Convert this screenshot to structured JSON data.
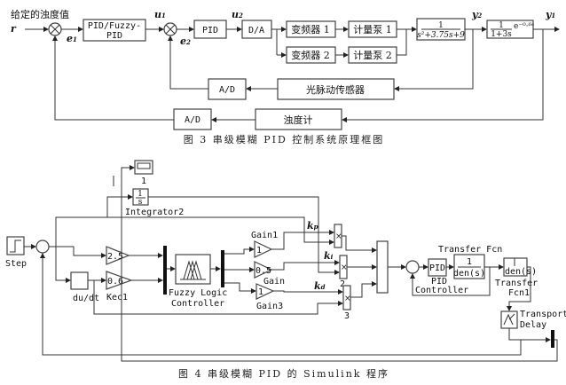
{
  "fig3": {
    "setpoint_label": "给定的浊度值",
    "r": "r",
    "e1": "e",
    "e1_sub": "1",
    "u1": "u",
    "u1_sub": "1",
    "e2": "e",
    "e2_sub": "2",
    "u2": "u",
    "u2_sub": "2",
    "y2": "y",
    "y2_sub": "2",
    "y1": "y",
    "y1_sub": "1",
    "fuzzy_pid_line1": "PID/Fuzzy-",
    "fuzzy_pid_line2": "PID",
    "pid": "PID",
    "da": "D/A",
    "vfd1": "变频器 1",
    "vfd2": "变频器 2",
    "pump1": "计量泵 1",
    "pump2": "计量泵 2",
    "tf1_num": "1",
    "tf1_den": "s²+3.75s+9",
    "tf2_num": "1",
    "tf2_den": "1+3s",
    "tf2_delay": "e⁻⁰·⁶ˢ",
    "optical_sensor": "光脉动传感器",
    "ad_inner": "A/D",
    "turbidimeter": "浊度计",
    "ad_outer": "A/D",
    "caption": "图 3   串级模糊 PID 控制系统原理框图"
  },
  "fig4": {
    "scope_label": "1",
    "integrator": {
      "num": "1",
      "den": "s",
      "label": "Integrator2"
    },
    "step": "Step",
    "dudt": "du/dt",
    "ke_value": "2.5",
    "kec_value": "0.6",
    "kec_label": "Kec1",
    "fuzzy_label1": "Fuzzy Logic",
    "fuzzy_label2": "Controller",
    "gain1_label": "Gain1",
    "gain1_value": "1",
    "gain_value": "0.5",
    "gain_label": "Gain",
    "gain3_value": "1",
    "gain3_label": "Gain3",
    "kp": "k",
    "kp_sub": "p",
    "ki": "k",
    "ki_sub": "i",
    "kd": "k",
    "kd_sub": "d",
    "product2_label": "2",
    "product3_label": "3",
    "pid_block": "PID",
    "pid_label1": "PID",
    "pid_label2": "Controller",
    "tf_label": "Transfer Fcn",
    "tf_num": "1",
    "tf_den": "den(s)",
    "tf1_den": "den(s)",
    "tf1_label1": "Transfer",
    "tf1_label2": "Fcn1",
    "delay_label1": "Transport",
    "delay_label2": "Delay",
    "caption": "图 4   串级模糊 PID 的 Simulink 程序"
  }
}
